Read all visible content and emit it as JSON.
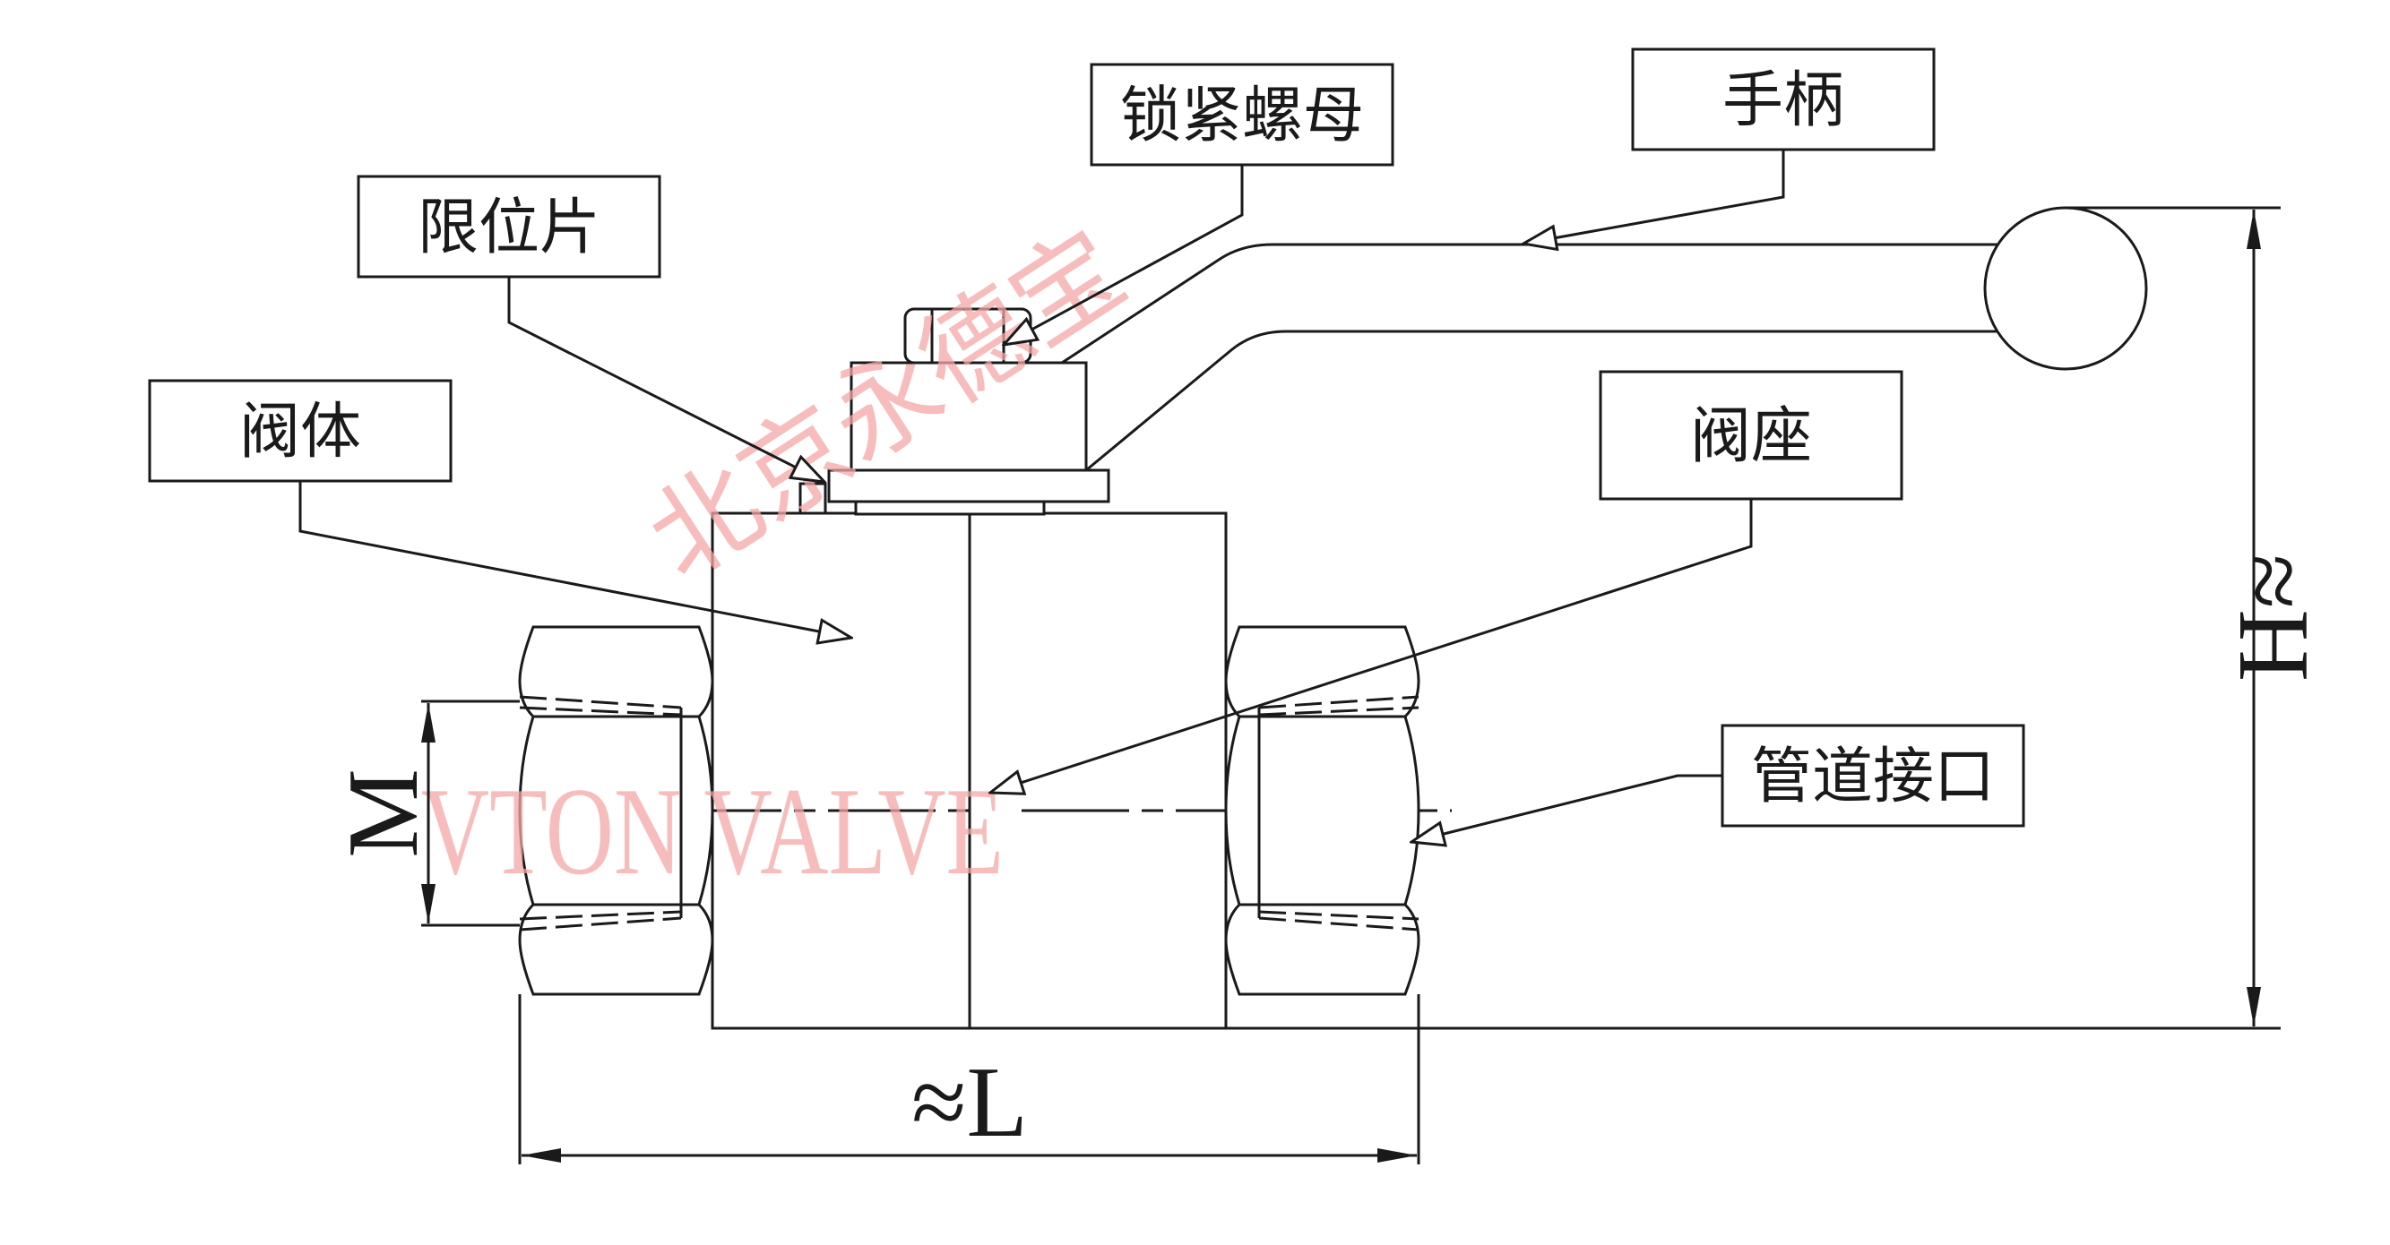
{
  "labels": {
    "lock_nut": "锁紧螺母",
    "handle": "手柄",
    "limit_plate": "限位片",
    "valve_body": "阀体",
    "valve_seat": "阀座",
    "pipe_connection": "管道接口"
  },
  "dimensions": {
    "length": "≈L",
    "height": "≈H",
    "thread": "M"
  },
  "watermarks": {
    "chinese": "北京永德宝",
    "english": "VTON VALVE"
  },
  "colors": {
    "line": "#1a1a1a",
    "watermark": "#f4a7a7"
  }
}
